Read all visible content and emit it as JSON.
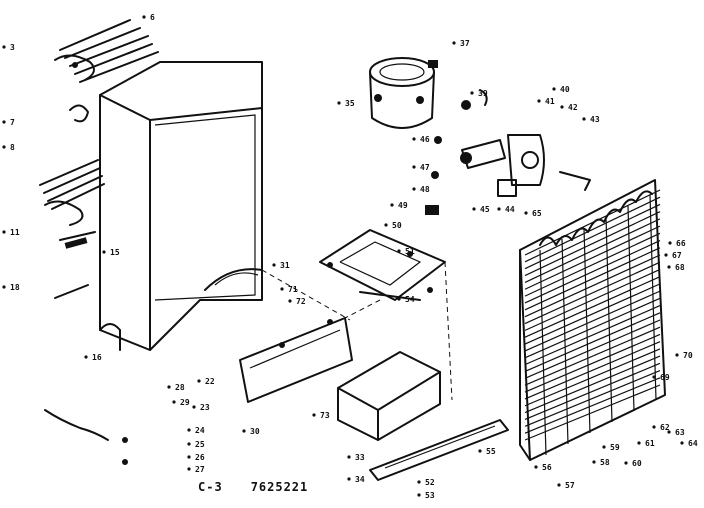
{
  "caption": {
    "left_code": "C-3",
    "right_code": "7625221"
  },
  "callouts": [
    "6",
    "3",
    "15",
    "7",
    "18",
    "8",
    "11",
    "16",
    "22",
    "23",
    "24",
    "25",
    "26",
    "27",
    "28",
    "29",
    "30",
    "31",
    "33",
    "34",
    "35",
    "37",
    "39",
    "40",
    "41",
    "42",
    "43",
    "44",
    "45",
    "46",
    "47",
    "48",
    "49",
    "50",
    "51",
    "52",
    "53",
    "54",
    "55",
    "56",
    "57",
    "58",
    "59",
    "60",
    "61",
    "62",
    "63",
    "64",
    "65",
    "66",
    "67",
    "68",
    "69",
    "70",
    "71",
    "72",
    "73"
  ]
}
